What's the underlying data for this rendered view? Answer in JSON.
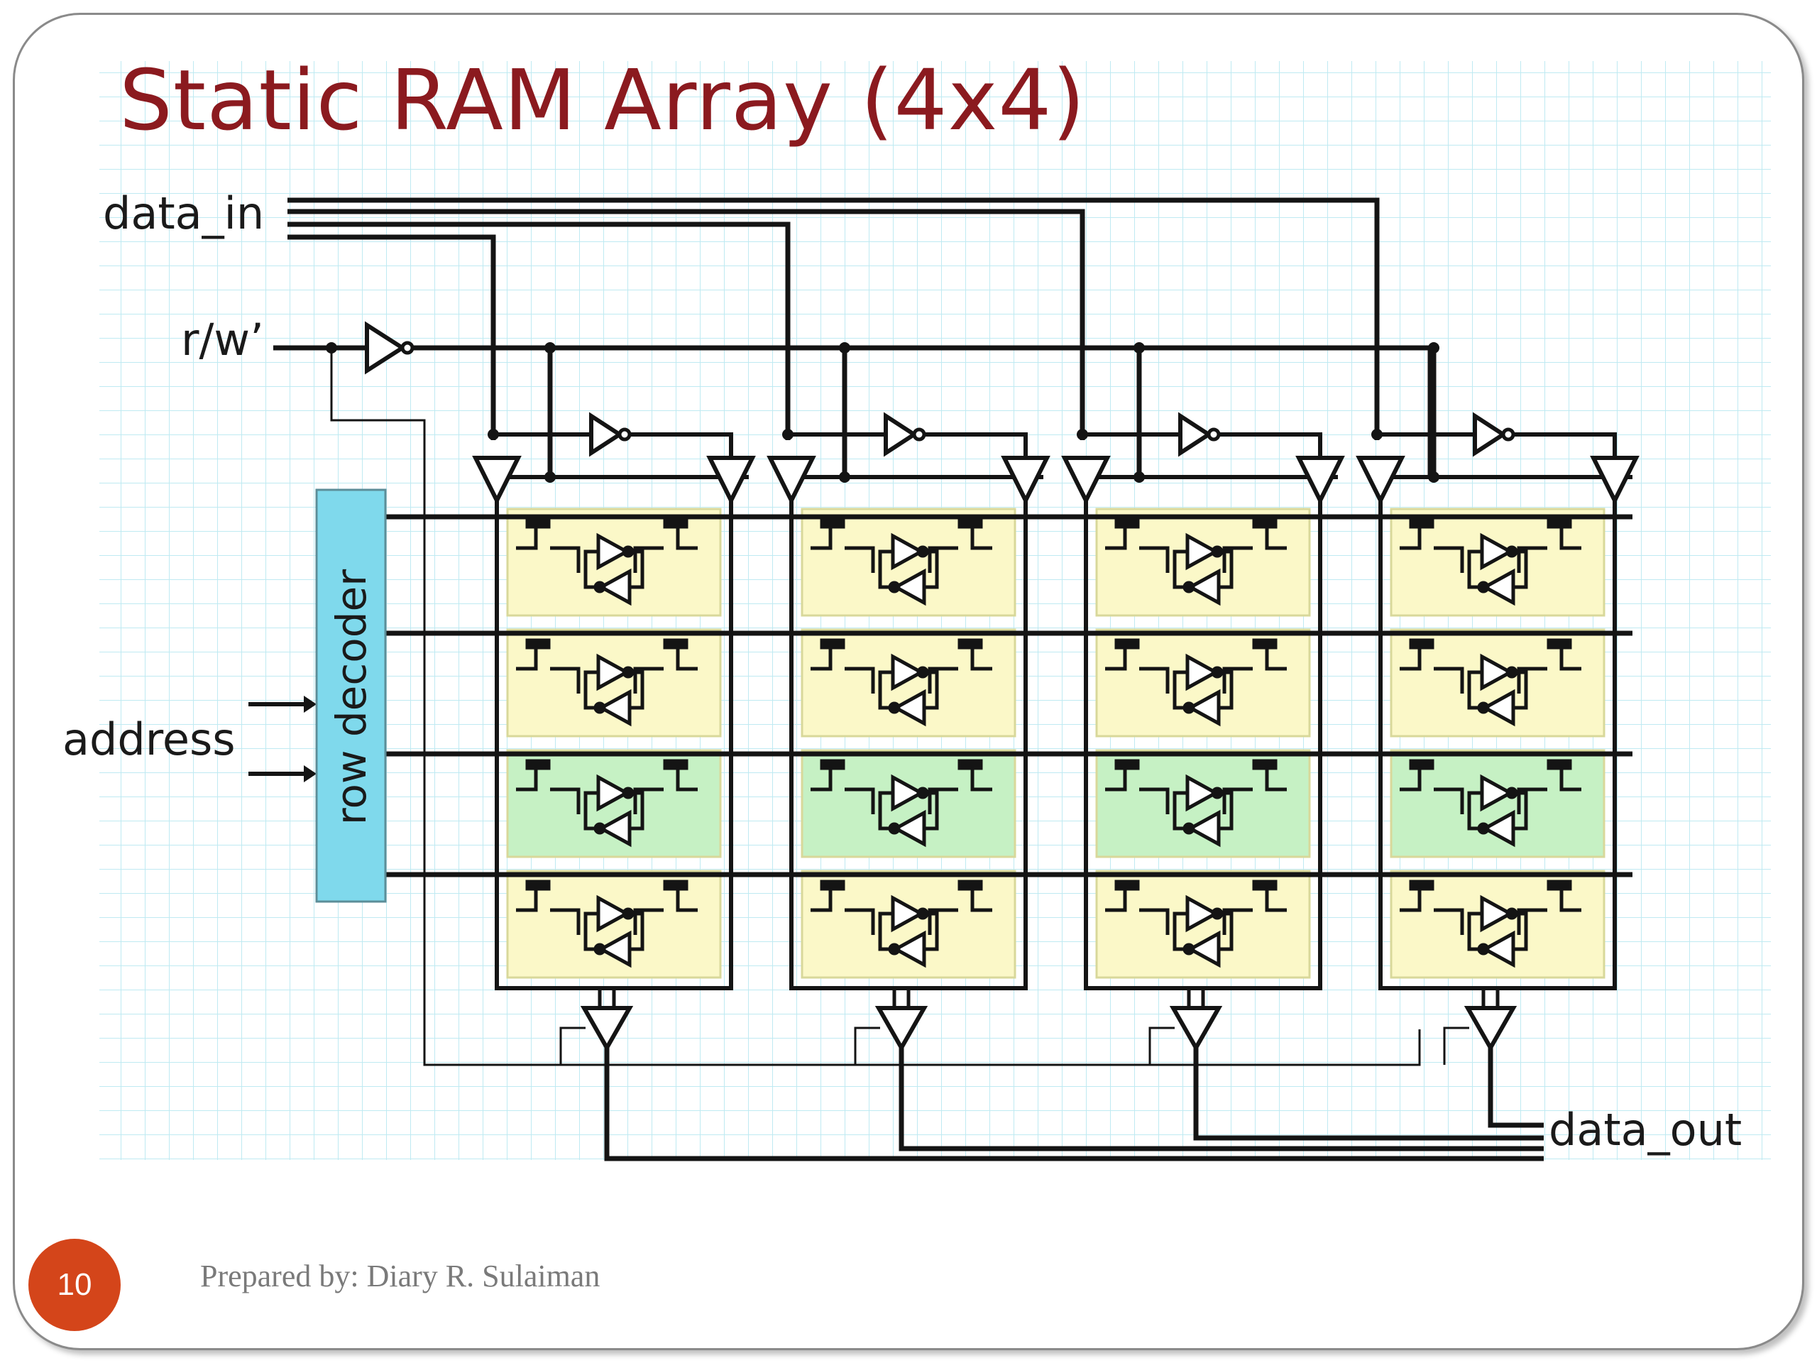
{
  "slide": {
    "title": "Static RAM Array (4x4)",
    "page_number": "10",
    "footer": "Prepared by: Diary R. Sulaiman"
  },
  "diagram": {
    "labels": {
      "data_in": "data_in",
      "rw": "r/w’",
      "address": "address",
      "row_decoder": "row decoder",
      "data_out": "data_out"
    },
    "array": {
      "rows": 4,
      "columns": 4
    },
    "row_states": [
      "normal",
      "normal",
      "selected",
      "normal"
    ]
  },
  "colors": {
    "title": "#8b1a1f",
    "grid_line": "#bfeaf2",
    "decoder_fill": "#7fd9ec",
    "cell_fill": "#fbf8c8",
    "cell_selected_fill": "#c6f1c4",
    "cell_border": "#d8d89a",
    "wire": "#141414",
    "badge": "#d4451a",
    "footer_text": "#7a7a7a"
  }
}
